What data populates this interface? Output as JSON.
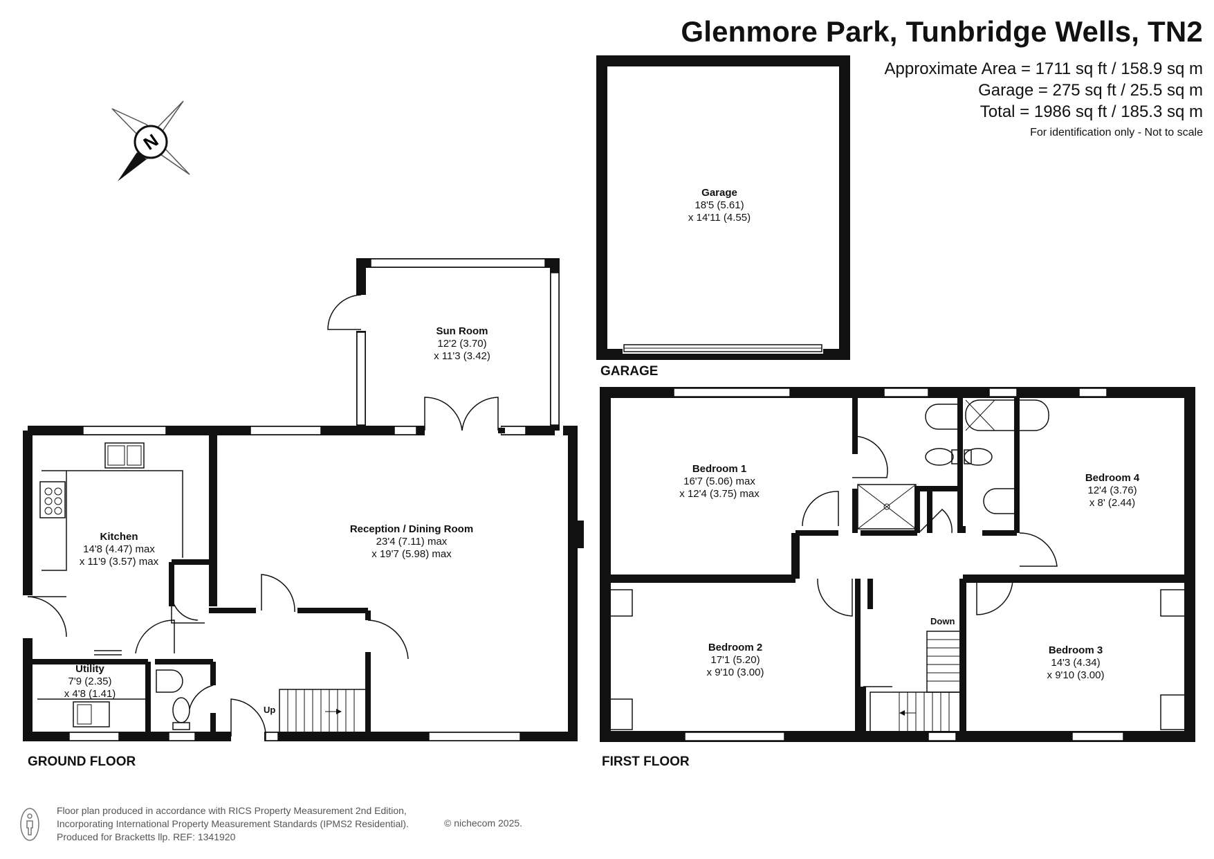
{
  "header": {
    "title": "Glenmore Park, Tunbridge Wells, TN2",
    "area_lines": [
      "Approximate Area = 1711 sq ft / 158.9 sq m",
      "Garage = 275 sq ft / 25.5 sq m",
      "Total = 1986 sq ft / 185.3 sq m"
    ],
    "note": "For identification only - Not to scale"
  },
  "compass": {
    "letter": "N",
    "icon": "compass-icon"
  },
  "floors": {
    "ground": "GROUND FLOOR",
    "first": "FIRST FLOOR",
    "garage": "GARAGE"
  },
  "rooms": {
    "garage": {
      "name": "Garage",
      "dim1": "18'5 (5.61)",
      "dim2": "x 14'11 (4.55)"
    },
    "sun_room": {
      "name": "Sun Room",
      "dim1": "12'2 (3.70)",
      "dim2": "x 11'3 (3.42)"
    },
    "kitchen": {
      "name": "Kitchen",
      "dim1": "14'8 (4.47) max",
      "dim2": "x 11'9 (3.57) max"
    },
    "reception": {
      "name": "Reception / Dining Room",
      "dim1": "23'4 (7.11) max",
      "dim2": "x 19'7 (5.98) max"
    },
    "utility": {
      "name": "Utility",
      "dim1": "7'9 (2.35)",
      "dim2": "x 4'8 (1.41)"
    },
    "bedroom1": {
      "name": "Bedroom 1",
      "dim1": "16'7 (5.06) max",
      "dim2": "x 12'4 (3.75)  max"
    },
    "bedroom2": {
      "name": "Bedroom 2",
      "dim1": "17'1 (5.20)",
      "dim2": "x 9'10 (3.00)"
    },
    "bedroom3": {
      "name": "Bedroom 3",
      "dim1": "14'3 (4.34)",
      "dim2": "x 9'10 (3.00)"
    },
    "bedroom4": {
      "name": "Bedroom 4",
      "dim1": "12'4 (3.76)",
      "dim2": "x 8' (2.44)"
    }
  },
  "stairs": {
    "up": "Up",
    "down": "Down"
  },
  "footer": {
    "lines": [
      "Floor plan produced in accordance with RICS Property Measurement 2nd Edition,",
      "Incorporating International Property Measurement Standards (IPMS2 Residential).",
      "Produced for Bracketts llp.   REF:  1341920"
    ],
    "copyright": "© nichecom 2025."
  },
  "colors": {
    "wall": "#111111",
    "window": "#ffffff",
    "text": "#111111",
    "footer": "#555555"
  }
}
